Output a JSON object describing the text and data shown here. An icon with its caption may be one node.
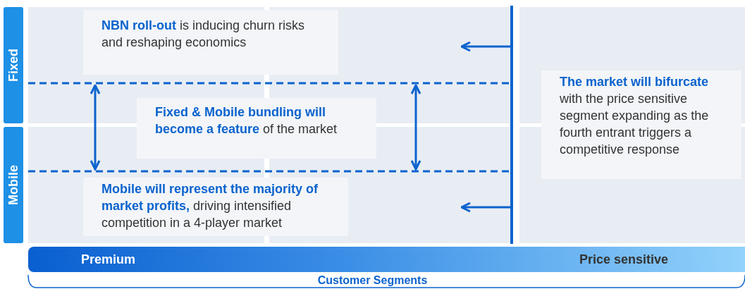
{
  "diagram": {
    "nodes": [
      {
        "text": [
          "Fixed"
        ]
      },
      {
        "text": [
          "**NBN roll-out** is inducing churn risks and reshaping economics"
        ]
      },
      {
        "text": [],
        "shape": "line"
      },
      {
        "text": [],
        "shape": "line"
      },
      {
        "text": [
          "**The market will bifurcate** with the price sensitive segment expanding as the fourth entrant triggers a competitive response"
        ]
      },
      {
        "text": [
          "**Fixed & Mobile bundling will become a feature** of the market"
        ]
      },
      {
        "text": [
          "Mobile"
        ]
      },
      {
        "text": [],
        "shape": "line"
      },
      {
        "text": [
          "**Mobile will represent the majority of market profits,** driving intensified competition in a 4-player market"
        ]
      },
      {
        "text": [
          "Premium",
          "Price sensitive"
        ]
      }
    ],
    "edges": [
      {
        "from": 3,
        "to": null,
        "arrow": "to"
      },
      {
        "from": 2,
        "to": 7,
        "arrow": "both"
      },
      {
        "from": 2,
        "to": 7,
        "arrow": "both"
      },
      {
        "from": 3,
        "to": null,
        "arrow": "to"
      }
    ],
    "labels": [
      "Customer Segments"
    ]
  }
}
